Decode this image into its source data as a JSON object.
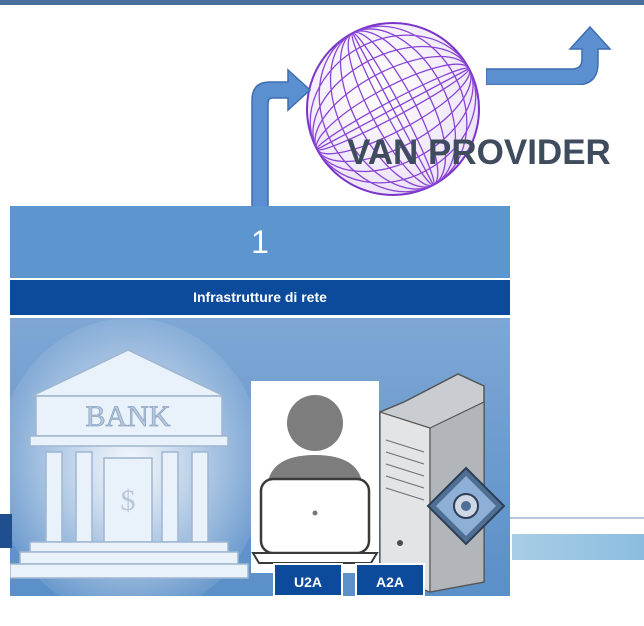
{
  "provider": {
    "label": "VAN PROVIDER"
  },
  "card": {
    "number": "1",
    "subtitle": "Infrastrutture di rete",
    "bank_sign": "BANK"
  },
  "tags": {
    "u2a": "U2A",
    "a2a": "A2A"
  },
  "colors": {
    "header": "#5d95cf",
    "bar": "#0c4a9c",
    "globe": "#7a35c8",
    "arrow": "#5b8fd0"
  },
  "icons": [
    "globe-icon",
    "bank-icon",
    "user-icon",
    "laptop-icon",
    "server-icon",
    "gear-icon"
  ]
}
